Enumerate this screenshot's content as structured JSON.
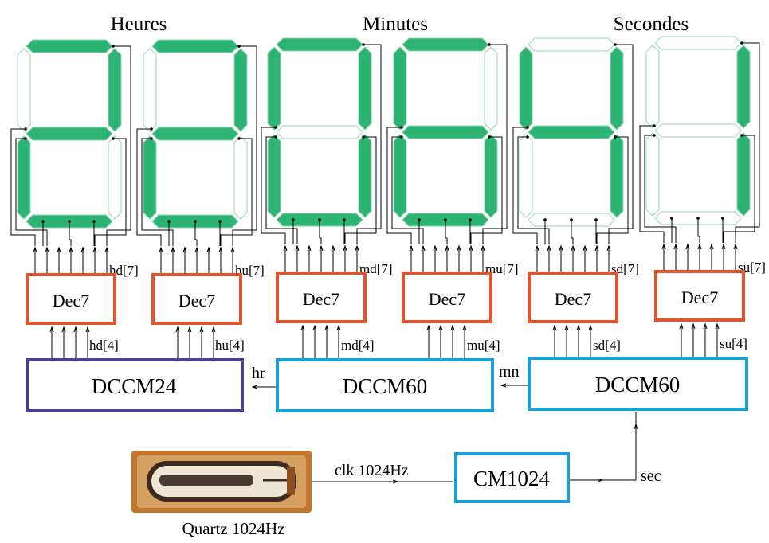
{
  "labels": {
    "hours": "Heures",
    "minutes": "Minutes",
    "seconds": "Secondes",
    "quartz": "Quartz 1024Hz",
    "clk": "clk 1024Hz",
    "sec": "sec",
    "hr": "hr",
    "mn": "mn"
  },
  "digits": [
    {
      "id": "hd",
      "segments": "abdeg",
      "bus7": "hd[7]",
      "bus4": "hd[4]"
    },
    {
      "id": "hu",
      "segments": "abdeg",
      "bus7": "hu[7]",
      "bus4": "hu[4]"
    },
    {
      "id": "md",
      "segments": "abcdef",
      "bus7": "md[7]",
      "bus4": "md[4]"
    },
    {
      "id": "mu",
      "segments": "acdefg",
      "bus7": "mu[7]",
      "bus4": "mu[4]"
    },
    {
      "id": "sd",
      "segments": "bcfg",
      "bus7": "sd[7]",
      "bus4": "sd[4]"
    },
    {
      "id": "su",
      "segments": "bc",
      "bus7": "su[7]",
      "bus4": "su[4]"
    }
  ],
  "decoder_label": "Dec7",
  "counters": {
    "hours": "DCCM24",
    "minutes": "DCCM60",
    "seconds": "DCCM60",
    "divider": "CM1024"
  },
  "colors": {
    "segment_on": "#2db475",
    "segment_off_outline": "#a6dcbf",
    "decoder_border": "#e0542e",
    "counter60_border": "#1e9fd8",
    "counter24_border": "#4b3f8f"
  }
}
